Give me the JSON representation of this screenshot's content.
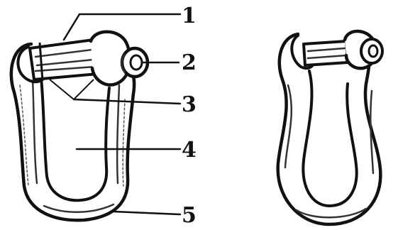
{
  "callouts": [
    {
      "id": "1",
      "label": "1"
    },
    {
      "id": "2",
      "label": "2"
    },
    {
      "id": "3",
      "label": "3"
    },
    {
      "id": "4",
      "label": "4"
    },
    {
      "id": "5",
      "label": "5"
    }
  ],
  "colors": {
    "ink": "#111111",
    "paper": "#ffffff",
    "shadow": "#555555"
  },
  "icons": {
    "left_shackle": "bow-shackle-with-pin-illustration",
    "right_shackle": "bow-shackle-illustration"
  }
}
